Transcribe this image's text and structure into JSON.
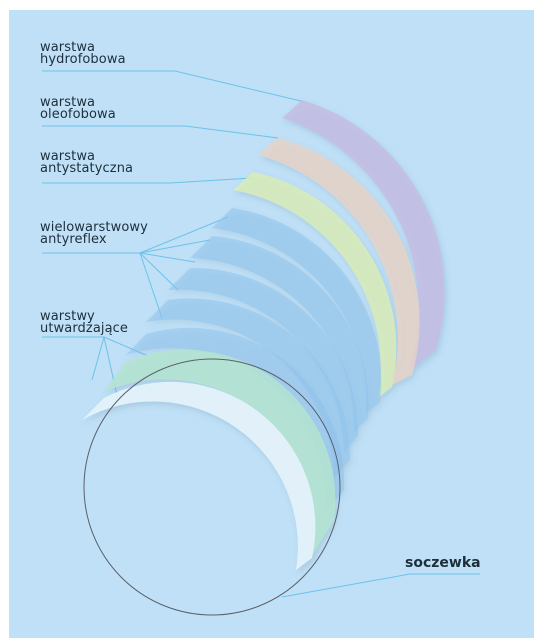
{
  "labels": {
    "hydrophobic": [
      "warstwa",
      "hydrofobowa"
    ],
    "oleophobic": [
      "warstwa",
      "oleofobowa"
    ],
    "antistatic": [
      "warstwa",
      "antystatyczna"
    ],
    "antireflex": [
      "wielowarstwowy",
      "antyreflex"
    ],
    "hardening": [
      "warstwy",
      "utwardzające"
    ],
    "lens": "soczewka"
  },
  "colors": {
    "background": "#bfe0f6",
    "leader_line": "#6cc3ea",
    "hydrophobic": "#c4bde4",
    "oleophobic": "#e9d3c6",
    "antistatic": "#d8ecb8",
    "antireflex": "#8ec2ec",
    "hardening_green": "#b4e4d0",
    "hardening_light": "#e6f4fc",
    "lens_outline": "#59606a"
  }
}
